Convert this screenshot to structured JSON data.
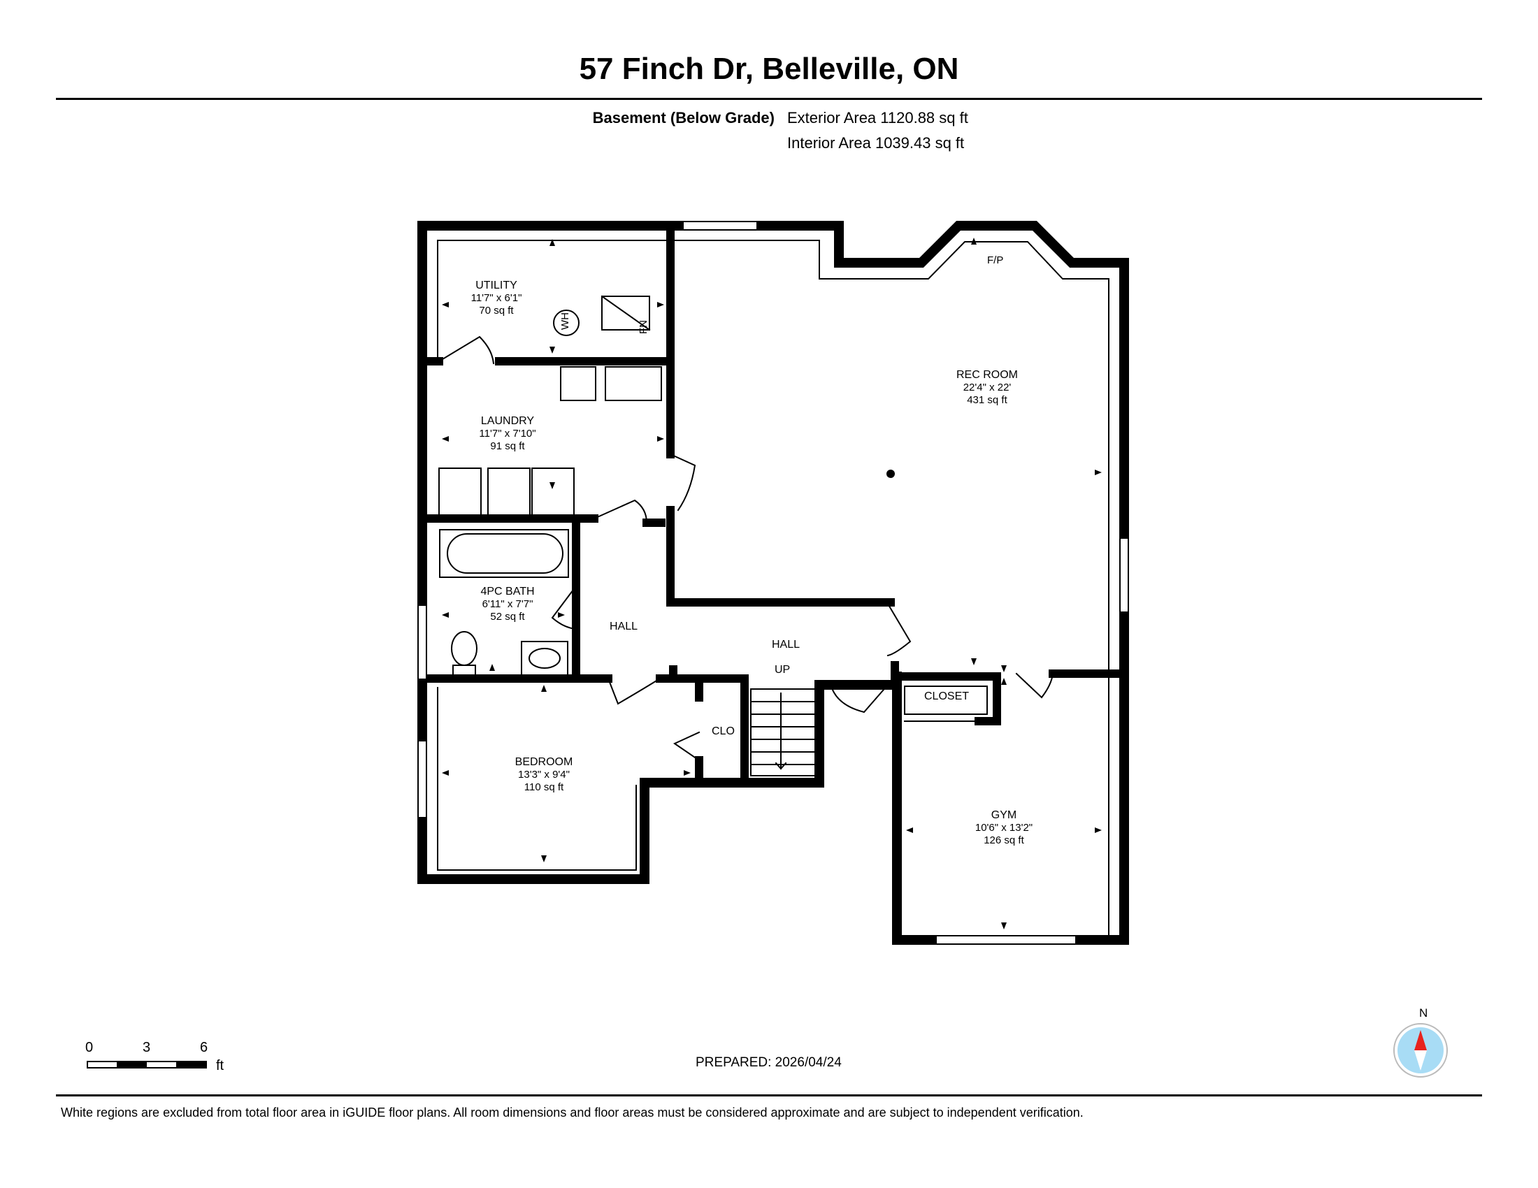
{
  "header": {
    "address": "57 Finch Dr, Belleville, ON",
    "level_name": "Basement (Below Grade)",
    "exterior_area": "Exterior Area 1120.88 sq ft",
    "interior_area": "Interior Area 1039.43 sq ft"
  },
  "rooms": {
    "utility": {
      "name": "UTILITY",
      "dims": "11'7\" x 6'1\"",
      "area": "70 sq ft"
    },
    "laundry": {
      "name": "LAUNDRY",
      "dims": "11'7\" x 7'10\"",
      "area": "91 sq ft"
    },
    "bath": {
      "name": "4PC BATH",
      "dims": "6'11\" x 7'7\"",
      "area": "52 sq ft"
    },
    "bedroom": {
      "name": "BEDROOM",
      "dims": "13'3\" x 9'4\"",
      "area": "110 sq ft"
    },
    "rec_room": {
      "name": "REC ROOM",
      "dims": "22'4\" x 22'",
      "area": "431 sq ft"
    },
    "gym": {
      "name": "GYM",
      "dims": "10'6\" x 13'2\"",
      "area": "126 sq ft"
    }
  },
  "labels": {
    "hall_left": "HALL",
    "hall_right": "HALL",
    "stairs_up": "UP",
    "clo": "CLO",
    "closet": "CLOSET",
    "fireplace": "F/P",
    "water_heater": "WH",
    "furnace": "FN"
  },
  "scale": {
    "ticks": [
      "0",
      "3",
      "6"
    ],
    "unit": "ft"
  },
  "compass": {
    "north": "N"
  },
  "footer": {
    "prepared": "PREPARED: 2026/04/24",
    "disclaimer": "White regions are excluded from total floor area in iGUIDE floor plans. All room dimensions and floor areas must be considered approximate and are subject to independent verification."
  },
  "colors": {
    "walls": "#000000",
    "compass_needle": "#e8231e",
    "compass_fill": "#a8dcf5"
  }
}
